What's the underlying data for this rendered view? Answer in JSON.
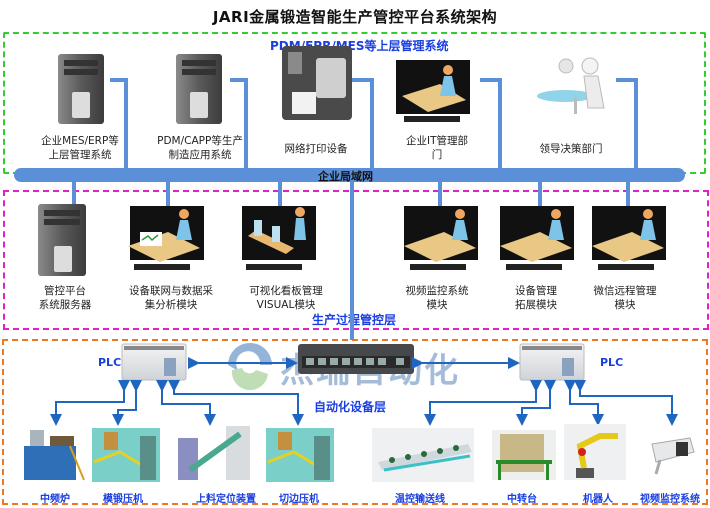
{
  "title": "JARI金属锻造智能生产管控平台系统架构",
  "layers": {
    "top": "PDM/EPR/MES等上层管理系统",
    "mid": "生产过程管控层",
    "bottom": "自动化设备层"
  },
  "network": {
    "label": "企业局域网"
  },
  "watermark": "杰瑞自动化",
  "top_nodes": [
    {
      "label": "企业MES/ERP等\n上层管理系统",
      "icon": "server-tower-icon"
    },
    {
      "label": "PDM/CAPP等生产\n制造应用系统",
      "icon": "server-tower-icon"
    },
    {
      "label": "网络打印设备",
      "icon": "printer-icon"
    },
    {
      "label": "企业IT管理部\n门",
      "icon": "workstation-icon"
    },
    {
      "label": "领导决策部门",
      "icon": "meeting-icon"
    }
  ],
  "mid_nodes": [
    {
      "label": "管控平台\n系统服务器",
      "icon": "server-tower-icon"
    },
    {
      "label": "设备联网与数据采\n集分析模块",
      "icon": "workstation-icon"
    },
    {
      "label": "可视化看板管理\nVISUAL模块",
      "icon": "workstation-icon"
    },
    {
      "label": "视频监控系统\n模块",
      "icon": "workstation-icon"
    },
    {
      "label": "设备管理\n拓展模块",
      "icon": "workstation-icon"
    },
    {
      "label": "微信远程管理\n模块",
      "icon": "workstation-icon"
    }
  ],
  "plc": {
    "left_label": "PLC",
    "right_label": "PLC"
  },
  "devices": [
    {
      "label": "中频炉",
      "icon": "furnace-icon"
    },
    {
      "label": "模锻压机",
      "icon": "forging-press-icon"
    },
    {
      "label": "上料定位装置",
      "icon": "loader-icon"
    },
    {
      "label": "切边压机",
      "icon": "forging-press-icon"
    },
    {
      "label": "温控输送线",
      "icon": "conveyor-icon"
    },
    {
      "label": "中转台",
      "icon": "transfer-table-icon"
    },
    {
      "label": "机器人",
      "icon": "robot-arm-icon"
    },
    {
      "label": "视频监控系统",
      "icon": "camera-icon"
    }
  ],
  "colors": {
    "lan": "#5b8fd8",
    "arrow": "#1e66c0",
    "layer_text": "#1a3fe0",
    "top_border": "#33cc33",
    "mid_border": "#e020c8",
    "bottom_border": "#ee7722"
  }
}
